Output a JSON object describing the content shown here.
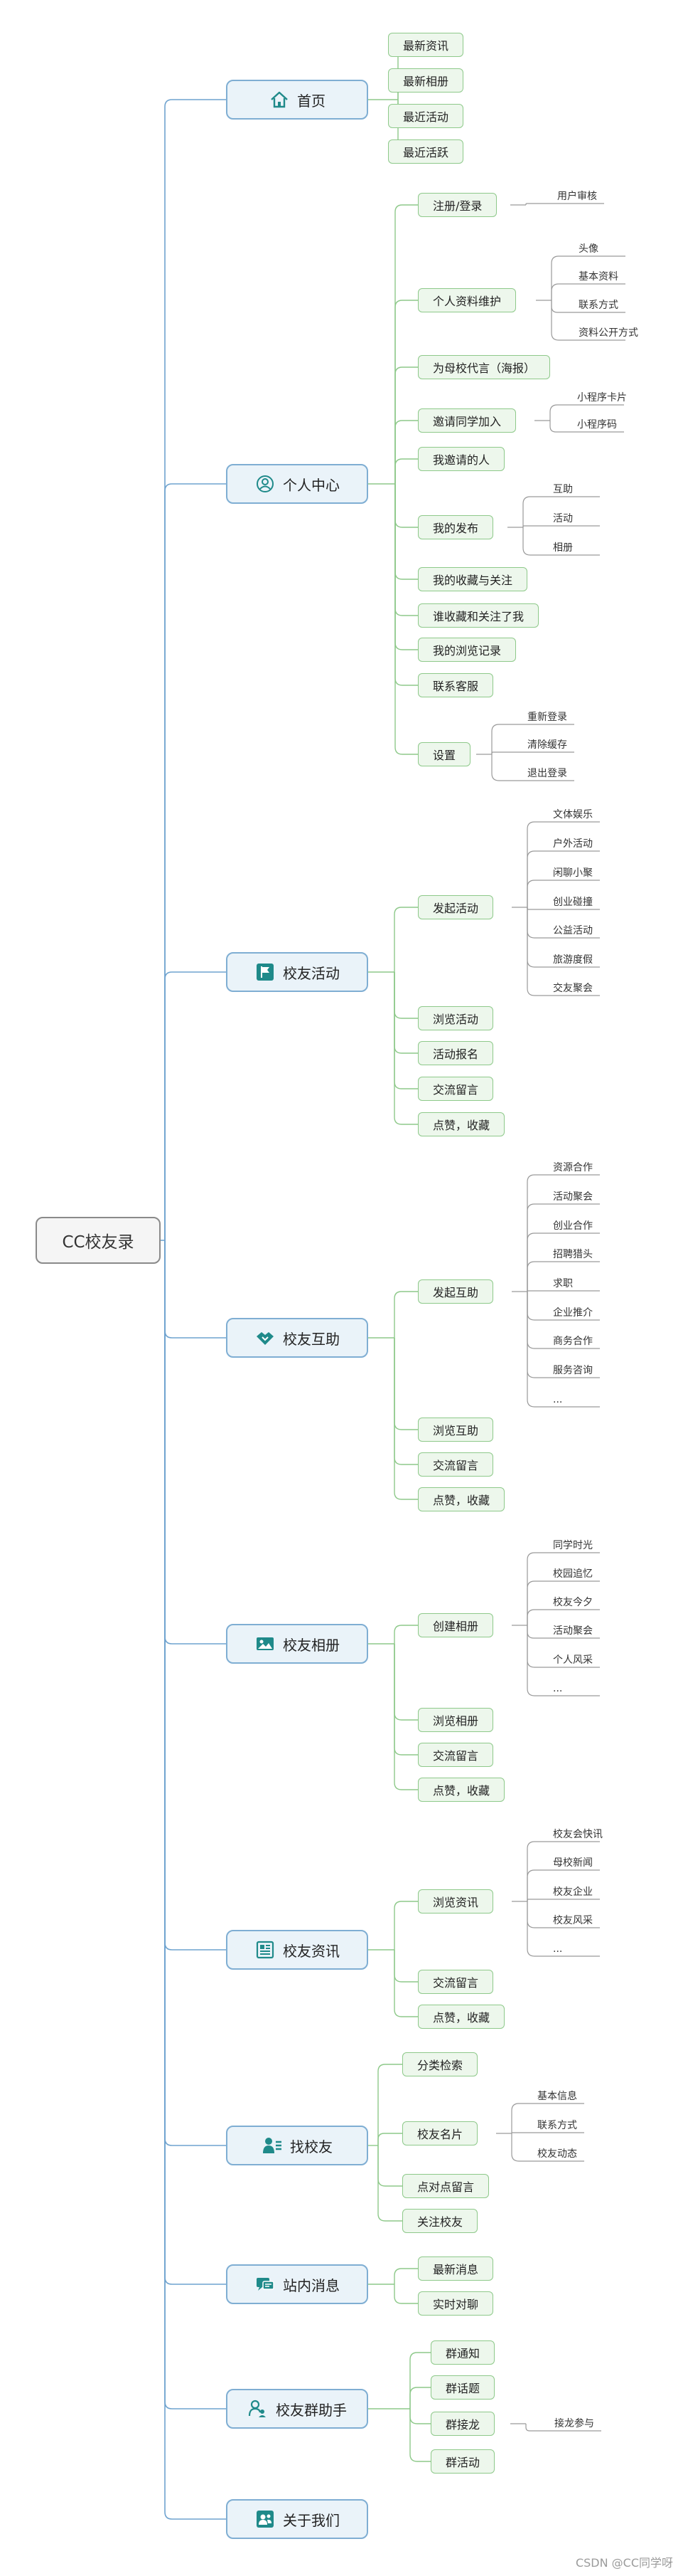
{
  "root": "CC校友录",
  "branches": [
    {
      "label": "首页",
      "icon": "home-icon",
      "children": [
        {
          "label": "最新资讯"
        },
        {
          "label": "最新相册"
        },
        {
          "label": "最近活动"
        },
        {
          "label": "最近活跃"
        }
      ]
    },
    {
      "label": "个人中心",
      "icon": "user-circle-icon",
      "children": [
        {
          "label": "注册/登录",
          "children": [
            "用户审核"
          ]
        },
        {
          "label": "个人资料维护",
          "children": [
            "头像",
            "基本资料",
            "联系方式",
            "资料公开方式"
          ]
        },
        {
          "label": "为母校代言（海报）"
        },
        {
          "label": "邀请同学加入",
          "children": [
            "小程序卡片",
            "小程序码"
          ]
        },
        {
          "label": "我邀请的人"
        },
        {
          "label": "我的发布",
          "children": [
            "互助",
            "活动",
            "相册"
          ]
        },
        {
          "label": "我的收藏与关注"
        },
        {
          "label": "谁收藏和关注了我"
        },
        {
          "label": "我的浏览记录"
        },
        {
          "label": "联系客服"
        },
        {
          "label": "设置",
          "children": [
            "重新登录",
            "清除缓存",
            "退出登录"
          ]
        }
      ]
    },
    {
      "label": "校友活动",
      "icon": "flag-icon",
      "children": [
        {
          "label": "发起活动",
          "children": [
            "文体娱乐",
            "户外活动",
            "闲聊小聚",
            "创业碰撞",
            "公益活动",
            "旅游度假",
            "交友聚会"
          ]
        },
        {
          "label": "浏览活动"
        },
        {
          "label": "活动报名"
        },
        {
          "label": "交流留言"
        },
        {
          "label": "点赞，收藏"
        }
      ]
    },
    {
      "label": "校友互助",
      "icon": "handshake-icon",
      "children": [
        {
          "label": "发起互助",
          "children": [
            "资源合作",
            "活动聚会",
            "创业合作",
            "招聘猎头",
            "求职",
            "企业推介",
            "商务合作",
            "服务咨询",
            "..."
          ]
        },
        {
          "label": "浏览互助"
        },
        {
          "label": "交流留言"
        },
        {
          "label": "点赞，收藏"
        }
      ]
    },
    {
      "label": "校友相册",
      "icon": "image-icon",
      "children": [
        {
          "label": "创建相册",
          "children": [
            "同学时光",
            "校园追忆",
            "校友今夕",
            "活动聚会",
            "个人风采",
            "..."
          ]
        },
        {
          "label": "浏览相册"
        },
        {
          "label": "交流留言"
        },
        {
          "label": "点赞，收藏"
        }
      ]
    },
    {
      "label": "校友资讯",
      "icon": "newspaper-icon",
      "children": [
        {
          "label": "浏览资讯",
          "children": [
            "校友会快讯",
            "母校新闻",
            "校友企业",
            "校友风采",
            "..."
          ]
        },
        {
          "label": "交流留言"
        },
        {
          "label": "点赞，收藏"
        }
      ]
    },
    {
      "label": "找校友",
      "icon": "user-list-icon",
      "children": [
        {
          "label": "分类检索"
        },
        {
          "label": "校友名片",
          "children": [
            "基本信息",
            "联系方式",
            "校友动态"
          ]
        },
        {
          "label": "点对点留言"
        },
        {
          "label": "关注校友"
        }
      ]
    },
    {
      "label": "站内消息",
      "icon": "chat-icon",
      "children": [
        {
          "label": "最新消息"
        },
        {
          "label": "实时对聊"
        }
      ]
    },
    {
      "label": "校友群助手",
      "icon": "group-icon",
      "children": [
        {
          "label": "群通知"
        },
        {
          "label": "群话题"
        },
        {
          "label": "群接龙",
          "children": [
            "接龙参与"
          ]
        },
        {
          "label": "群活动"
        }
      ]
    },
    {
      "label": "关于我们",
      "icon": "team-icon",
      "children": []
    }
  ],
  "footer": "CSDN @CC同学呀",
  "colors": {
    "main_border": "#7faed3",
    "sub_border": "#8ec98a",
    "root_border": "#8a8a8a",
    "icon": "#1f8a8a",
    "line_main": "#6fa3cf",
    "line_sub": "#8ec98a"
  }
}
